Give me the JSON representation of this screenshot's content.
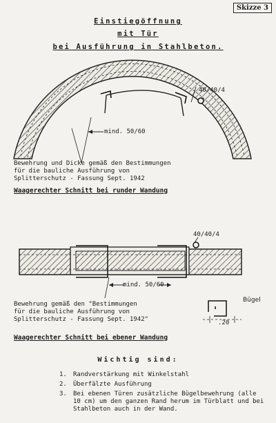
{
  "sheet_label": "Skizze 3",
  "title": {
    "line1": "Einstiegöffnung",
    "line2": "mit Tür",
    "line3": "bei Ausführung in Stahlbeton."
  },
  "top_drawing": {
    "dimension_label": "40/40/4",
    "measure_label": "mind. 50/60",
    "note_line1": "Bewehrung und Dicke gemäß den Bestimmungen",
    "note_line2": "für die bauliche Ausführung von",
    "note_line3": "Splitterschutz - Fassung Sept. 1942",
    "caption": "Waagerechter Schnitt bei runder Wandung"
  },
  "bottom_drawing": {
    "dimension_label": "40/40/4",
    "measure_label": "mind. 50/60",
    "stirrup_label": "Bügel",
    "stirrup_spacing": ".20",
    "note_line1": "Bewehrung gemäß den \"Bestimmungen",
    "note_line2": "für die bauliche Ausführung von",
    "note_line3": "Splitterschutz - Fassung Sept. 1942\"",
    "caption": "Waagerechter Schnitt bei ebener Wandung"
  },
  "important": {
    "heading": "Wichtig sind:",
    "items": [
      {
        "num": "1.",
        "text": "Randverstärkung mit Winkelstahl"
      },
      {
        "num": "2.",
        "text": "Überfälzte Ausführung"
      },
      {
        "num": "3.",
        "text": "Bei ebenen Türen zusätzliche Bügelbewehrung (alle 10 cm) um den ganzen Rand herum im Türblatt und bei Stahlbeton auch in der Wand."
      }
    ]
  }
}
